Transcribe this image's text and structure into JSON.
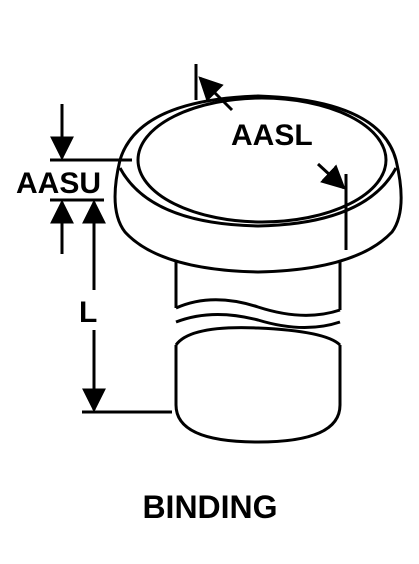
{
  "labels": {
    "aasl": "AASL",
    "aasu": "AASU",
    "length": "L"
  },
  "caption": "BINDING",
  "colors": {
    "line": "#000000",
    "fill": "#ffffff"
  }
}
